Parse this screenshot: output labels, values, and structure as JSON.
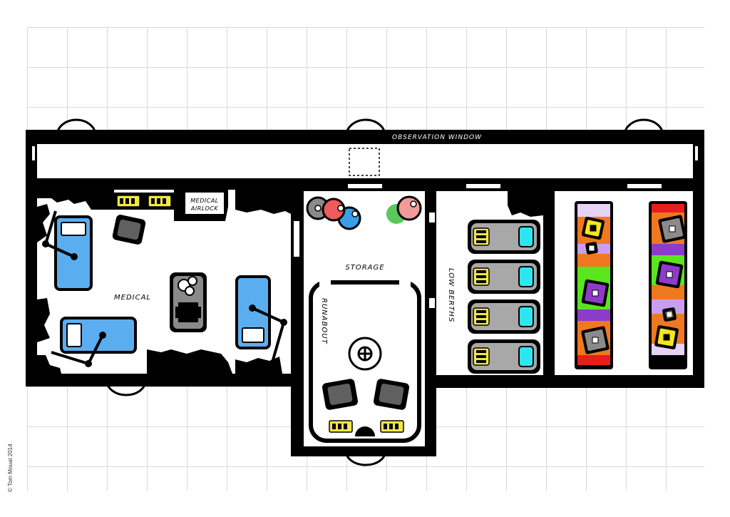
{
  "labels": {
    "observation_window": "OBSERVATION WINDOW",
    "medical": "MEDICAL",
    "medical_airlock_1": "MEDICAL",
    "medical_airlock_2": "AIRLOCK",
    "storage": "STORAGE",
    "runabout": "RUNABOUT",
    "low_berths": "LOW BERTHS"
  },
  "credit": "© Tom Mouat 2014",
  "colors": {
    "wall": "#000000",
    "grid": "#d9d9d9",
    "bed": "#5aaef0",
    "berth_screen": "#2ee6f0",
    "console": "#f2e64a",
    "chair": "#606060",
    "crate_red": "#f05a5a",
    "crate_pink": "#f29a9a",
    "crate_blue": "#3a9ee6",
    "crate_green": "#5ac85a",
    "bunk_orange": "#f07820",
    "bunk_green": "#5ae61e",
    "bunk_purple": "#8c3cc8",
    "bunk_violet": "#c89ef0",
    "bunk_lavender": "#e6d2f5",
    "bunk_red": "#e61e1e",
    "bunk_yellow": "#f5e61e"
  }
}
